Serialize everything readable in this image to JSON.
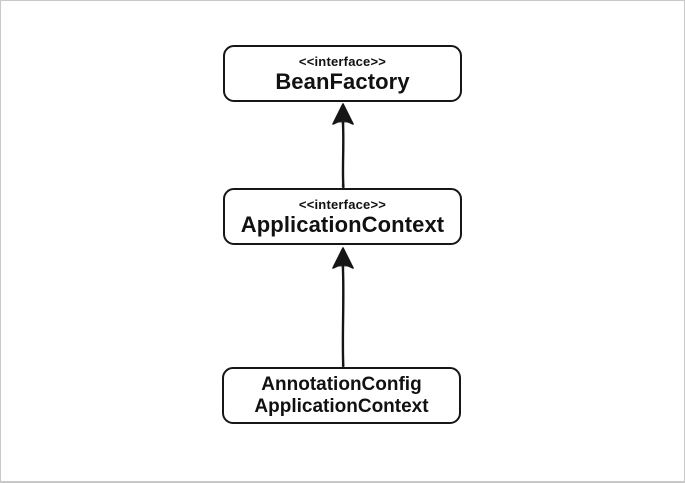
{
  "canvas": {
    "background": "#ffffff",
    "frame_color": "#c8c8c8",
    "stroke_color": "#161616",
    "text_color": "#111111"
  },
  "nodes": {
    "bean_factory": {
      "stereotype": "<<interface>>",
      "label": "BeanFactory"
    },
    "application_context": {
      "stereotype": "<<interface>>",
      "label": "ApplicationContext"
    },
    "annotation_config_application_context": {
      "label_line1": "AnnotationConfig",
      "label_line2": "ApplicationContext"
    }
  },
  "edges": [
    {
      "type": "inheritance",
      "from": "ApplicationContext",
      "to": "BeanFactory",
      "direction": "up"
    },
    {
      "type": "inheritance",
      "from": "AnnotationConfigApplicationContext",
      "to": "ApplicationContext",
      "direction": "up"
    }
  ]
}
